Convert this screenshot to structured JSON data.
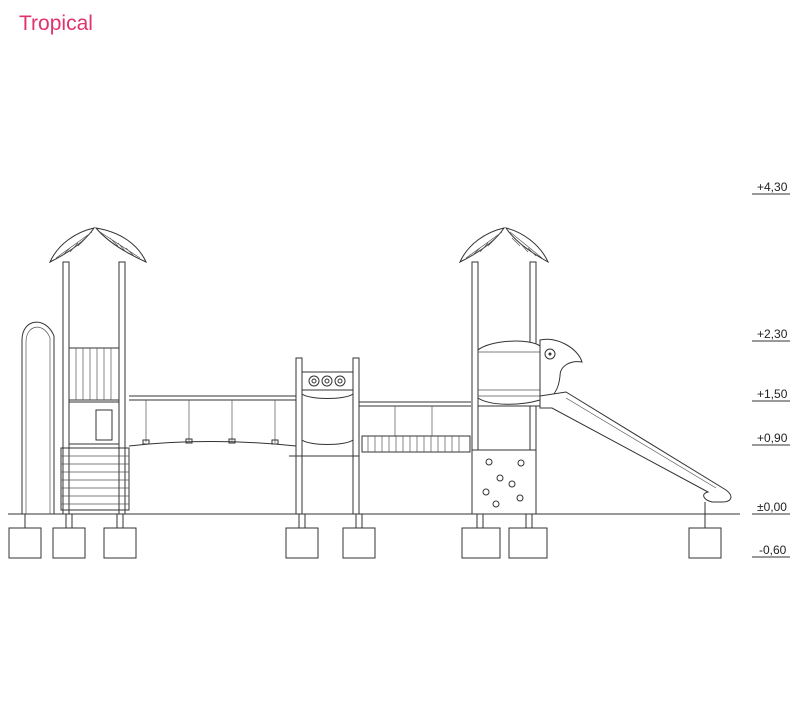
{
  "title": "Tropical",
  "colors": {
    "title": "#e0336e",
    "line": "#333333"
  },
  "elevations": [
    "+4,30",
    "+2,30",
    "+1,50",
    "+0,90",
    "±0,00",
    "-0,60"
  ]
}
